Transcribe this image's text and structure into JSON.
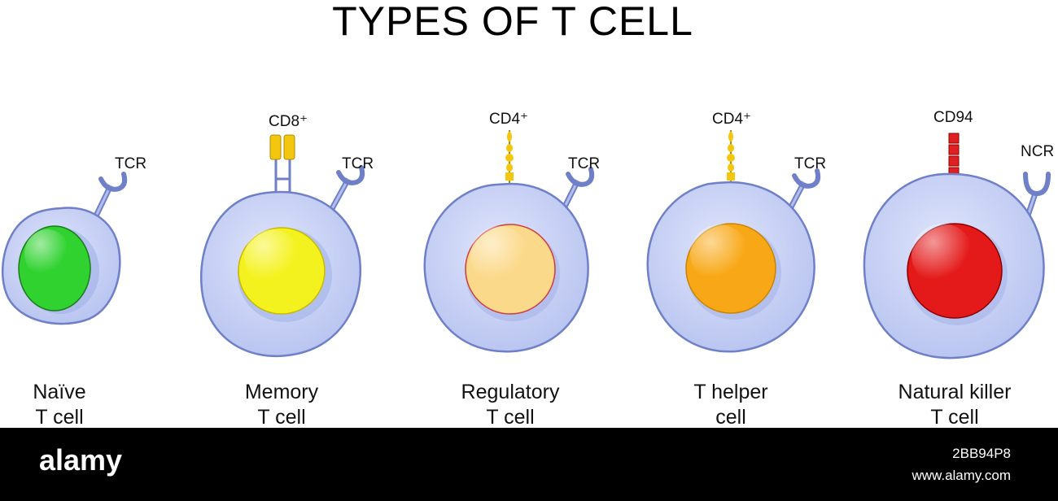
{
  "title": "TYPES OF T CELL",
  "cells": [
    {
      "name_line1": "Naïve",
      "name_line2": "T cell",
      "nucleus_color": "#2fd22f",
      "markers": [
        "TCR"
      ]
    },
    {
      "name_line1": "Memory",
      "name_line2": "T cell",
      "nucleus_color": "#f4f21e",
      "markers": [
        "CD8⁺",
        "TCR"
      ]
    },
    {
      "name_line1": "Regulatory",
      "name_line2": "T cell",
      "nucleus_color": "#fbd98a",
      "markers": [
        "CD4⁺",
        "TCR"
      ]
    },
    {
      "name_line1": "T helper",
      "name_line2": "cell",
      "nucleus_color": "#f8a816",
      "markers": [
        "CD4⁺",
        "TCR"
      ]
    },
    {
      "name_line1": "Natural killer",
      "name_line2": "T cell",
      "nucleus_color": "#e41a1a",
      "markers": [
        "CD94",
        "NCR"
      ]
    }
  ],
  "colors": {
    "cytoplasm": "#c9d2f5",
    "membrane": "#6f7fc8",
    "receptor": "#7f93d4",
    "cd_marker": "#f3c70f",
    "cd94_marker": "#e02020",
    "footer": "#000000"
  },
  "watermark": {
    "logo": "alamy",
    "image_id": "2BB94P8",
    "url": "www.alamy.com"
  }
}
